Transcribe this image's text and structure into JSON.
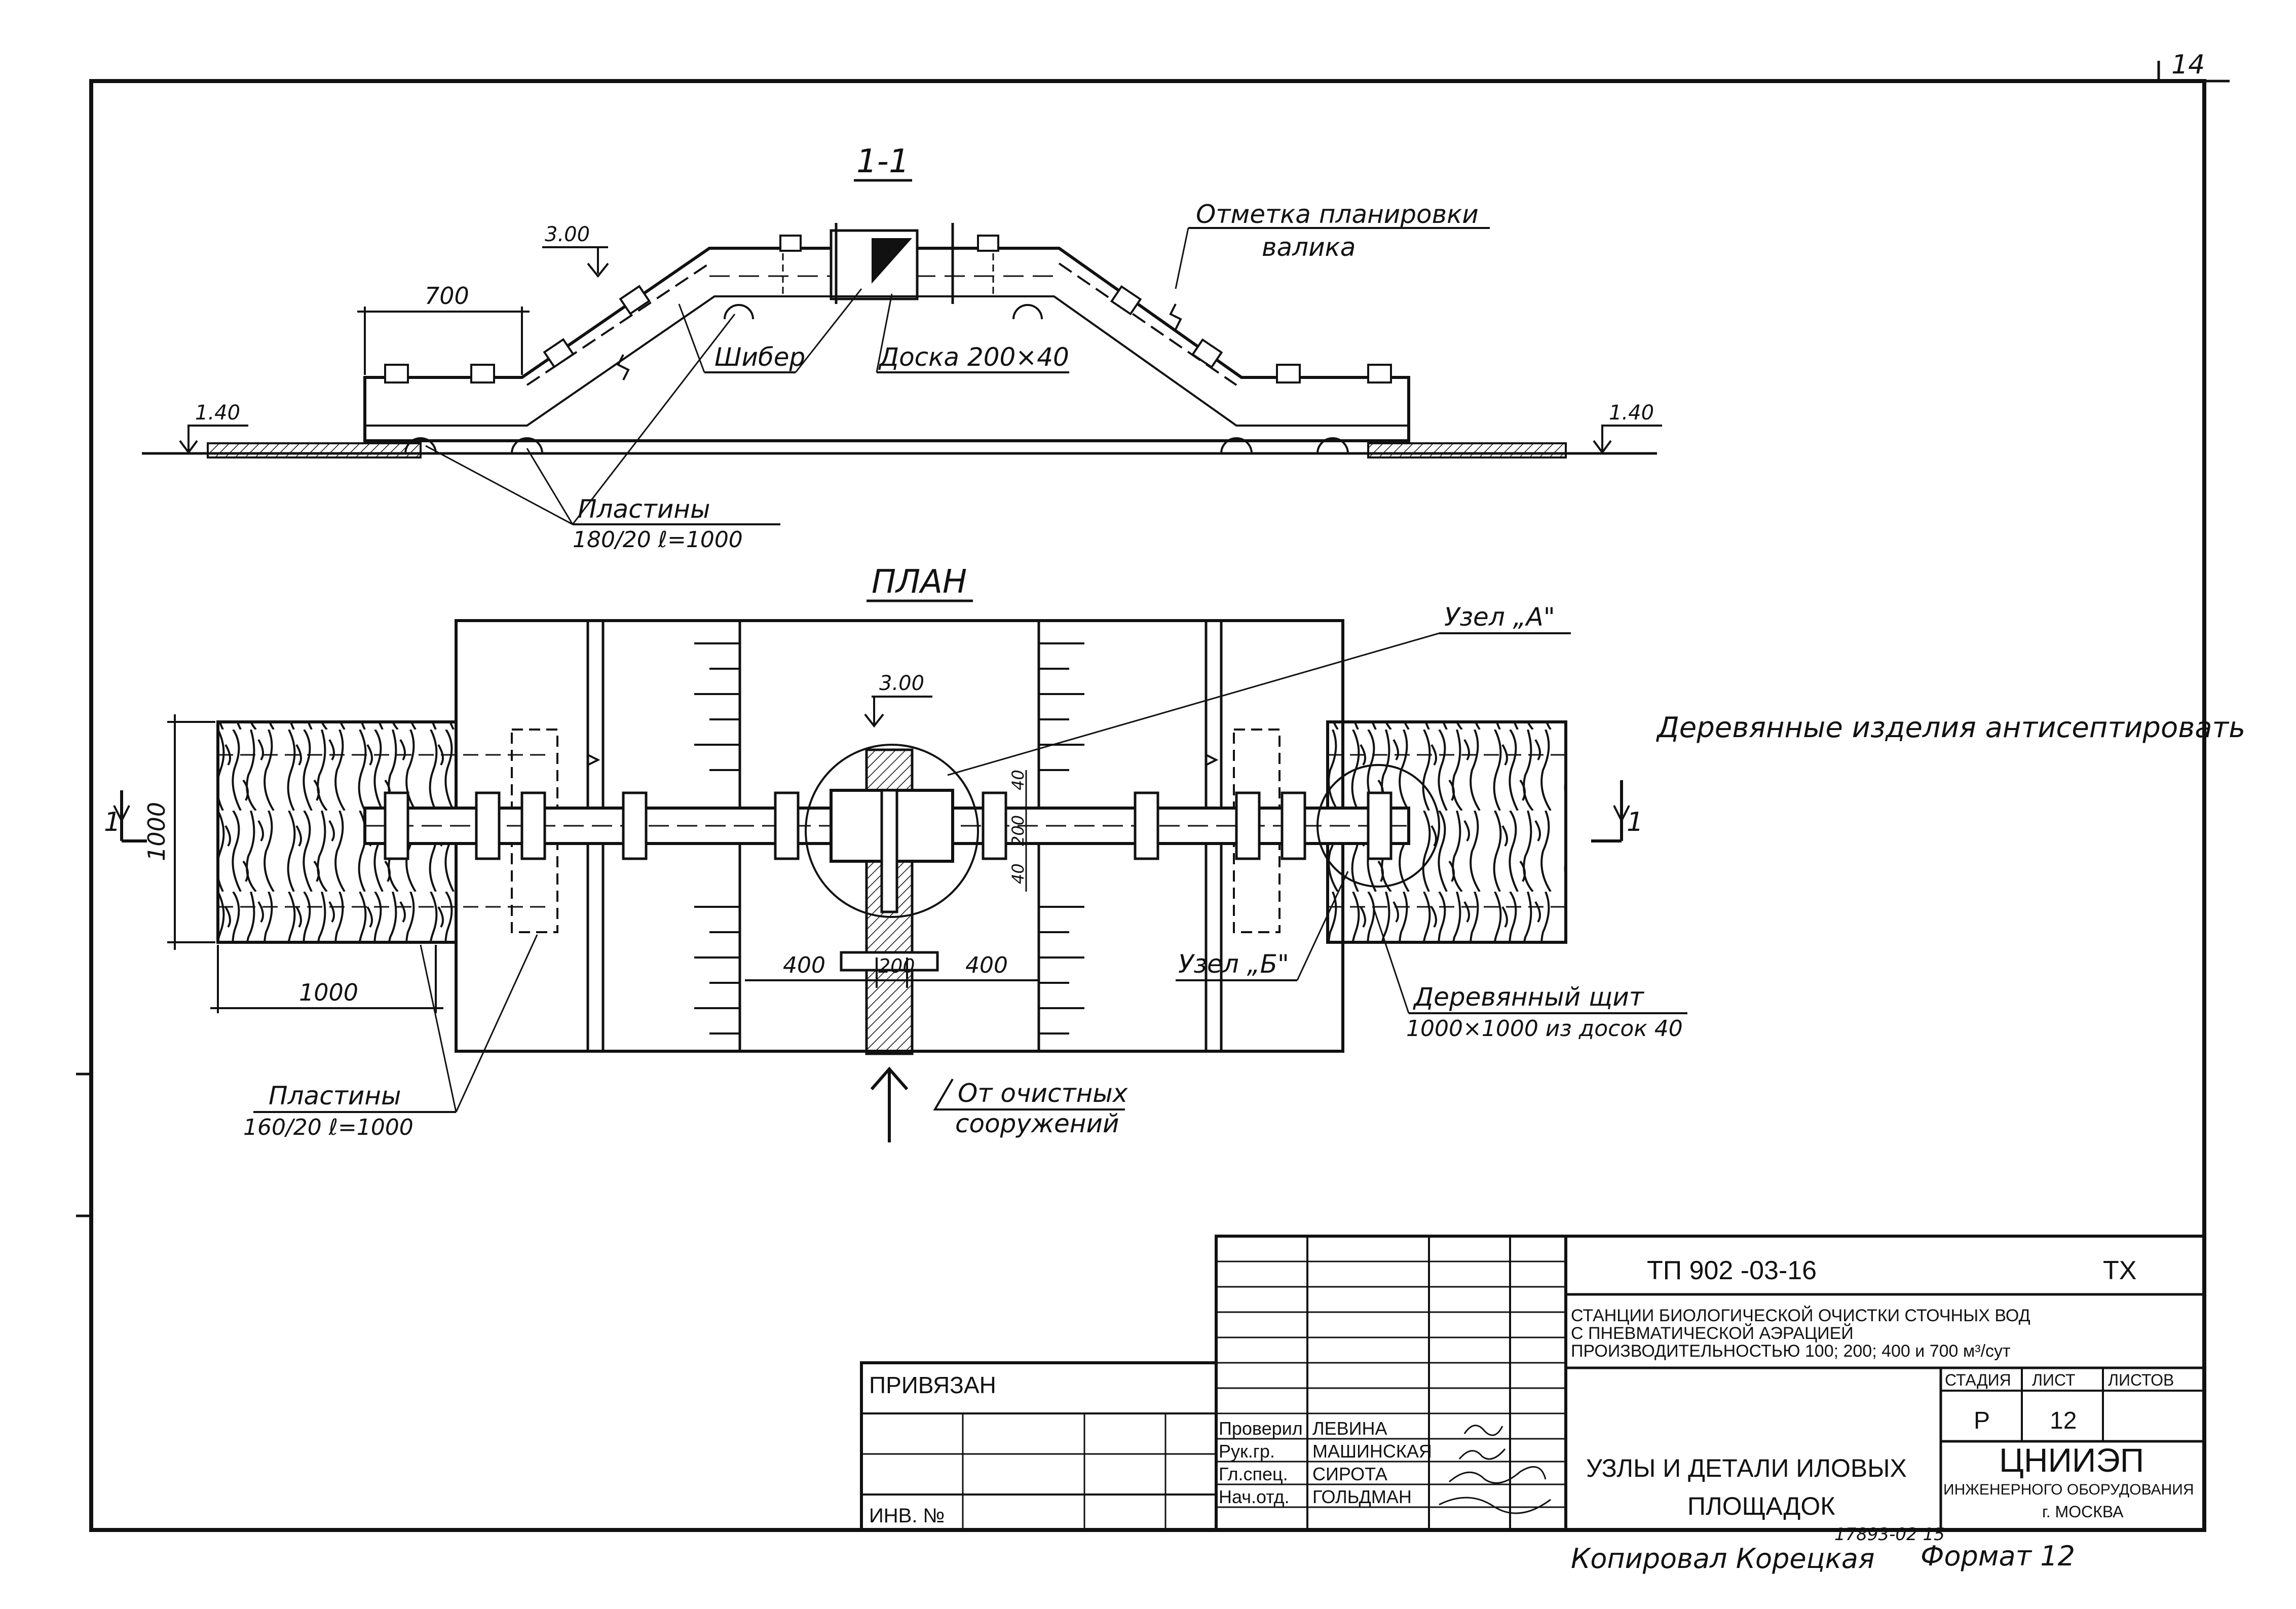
{
  "sheet_number": "14",
  "section": {
    "title": "1-1"
  },
  "plan": {
    "title": "ПЛАН"
  },
  "labels": {
    "otmetka_1": "Отметка планировки",
    "otmetka_2": "валика",
    "shiber": "Шибер",
    "doska": "Доска 200×40",
    "plastiny_top_1": "Пластины",
    "plastiny_top_2": "180/20   ℓ=1000",
    "uzel_a": "Узел „А\"",
    "uzel_b": "Узел „Б\"",
    "shchit_1": "Деревянный щит",
    "shchit_2": "1000×1000 из досок 40",
    "plastiny_bot_1": "Пластины",
    "plastiny_bot_2": "160/20   ℓ=1000",
    "ot_1": "От очистных",
    "ot_2": "сооружений",
    "note": "Деревянные изделия антисептировать"
  },
  "dims": {
    "d700": "700",
    "el300": "3.00",
    "el140": "1.40",
    "d1000v": "1000",
    "d1000h": "1000",
    "d400": "400",
    "d200": "200",
    "cut": "1",
    "d200v": "200",
    "d40a": "40",
    "d40b": "40"
  },
  "title_block": {
    "code": "ТП   902 -03-16",
    "mark": "ТХ",
    "desc_1": "СТАНЦИИ БИОЛОГИЧЕСКОЙ ОЧИСТКИ СТОЧНЫХ ВОД",
    "desc_2": "С ПНЕВМАТИЧЕСКОЙ  АЭРАЦИЕЙ",
    "desc_3": "ПРОИЗВОДИТЕЛЬНОСТЬЮ 100; 200; 400 и 700 м³/сут",
    "stage_head": "СТАДИЯ",
    "sheet_head": "ЛИСТ",
    "sheets_head": "ЛИСТОВ",
    "stage": "Р",
    "sheet": "12",
    "privyazan": "ПРИВЯЗАН",
    "inv": "ИНВ. №",
    "roles": [
      "Проверил",
      "Рук.гр.",
      "Гл.спец.",
      "Нач.отд."
    ],
    "names": [
      "ЛЕВИНА",
      "МАШИНСКАЯ",
      "СИРОТА",
      "ГОЛЬДМАН"
    ],
    "name_1": "УЗЛЫ  И ДЕТАЛИ  ИЛОВЫХ",
    "name_2": "ПЛОЩАДОК",
    "org_1": "ЦНИИЭП",
    "org_2": "ИНЖЕНЕРНОГО ОБОРУДОВАНИЯ",
    "org_3": "г. МОСКВА",
    "number": "17893-02  15",
    "kopiroval": "Копировал  Корецкая",
    "format": "Формат  12"
  }
}
